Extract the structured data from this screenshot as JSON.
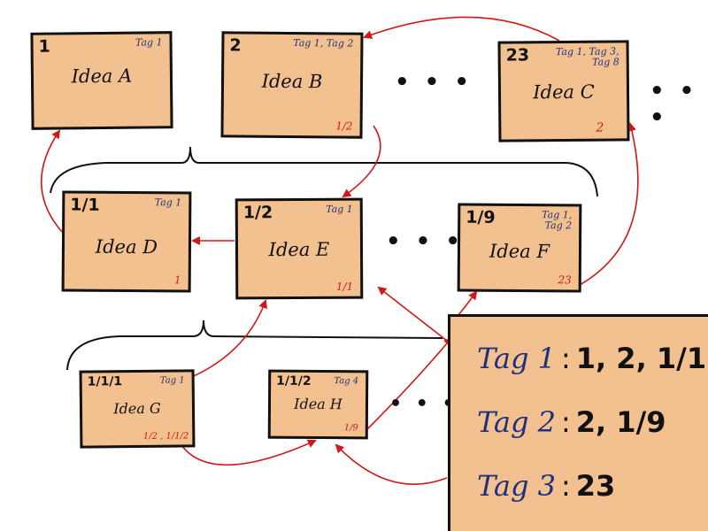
{
  "colors": {
    "card_fill": "#f3c18f",
    "border": "#111111",
    "tag_text": "#1f2f7a",
    "ref_text": "#d01818",
    "arrow": "#d01818"
  },
  "cards": {
    "a": {
      "num": "1",
      "tags": "Tag 1",
      "title": "Idea A",
      "ref": ""
    },
    "b": {
      "num": "2",
      "tags": "Tag 1, Tag 2",
      "title": "Idea B",
      "ref": "1/2"
    },
    "c": {
      "num": "23",
      "tags": "Tag 1, Tag 3,\nTag 8",
      "title": "Idea C",
      "ref": "2"
    },
    "d": {
      "num": "1/1",
      "tags": "Tag 1",
      "title": "Idea D",
      "ref": "1"
    },
    "e": {
      "num": "1/2",
      "tags": "Tag 1",
      "title": "Idea E",
      "ref": "1/1"
    },
    "f": {
      "num": "1/9",
      "tags": "Tag 1,\nTag 2",
      "title": "Idea F",
      "ref": "23"
    },
    "g": {
      "num": "1/1/1",
      "tags": "Tag 1",
      "title": "Idea G",
      "ref": "1/2 , 1/1/2"
    },
    "h": {
      "num": "1/1/2",
      "tags": "Tag 4",
      "title": "Idea H",
      "ref": "1/9"
    }
  },
  "ellipsis": "• • •",
  "tag_index": {
    "rows": [
      {
        "tag": "Tag 1",
        "sep": ":",
        "values": "1, 2, 1/1"
      },
      {
        "tag": "Tag 2",
        "sep": ":",
        "values": "2, 1/9"
      },
      {
        "tag": "Tag 3",
        "sep": ":",
        "values": "23"
      }
    ]
  }
}
